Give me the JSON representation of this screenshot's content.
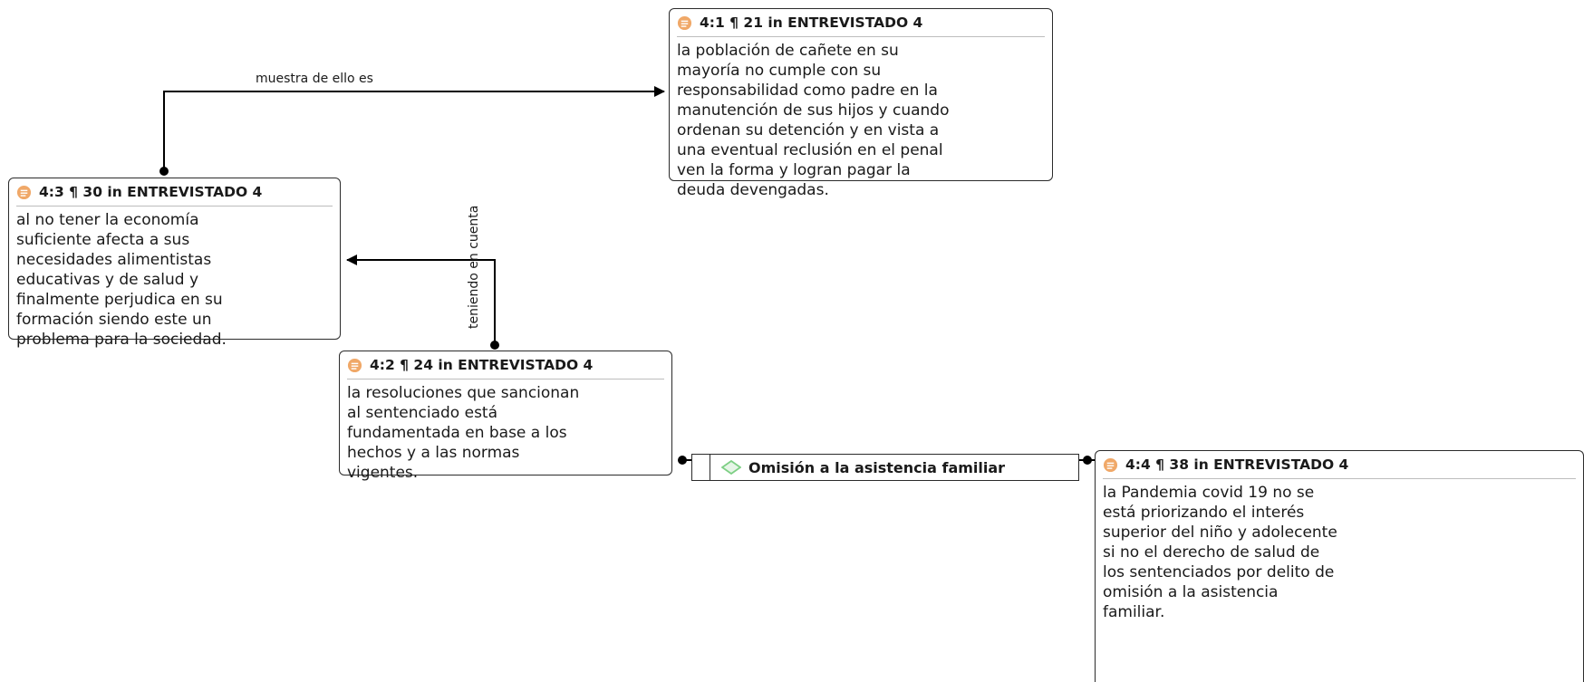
{
  "colors": {
    "quote_icon": "#f0a868",
    "code_icon": "#7dcf84",
    "line": "#000000"
  },
  "quotes": [
    {
      "id": "q41",
      "title": "4:1 ¶ 21 in ENTREVISTADO 4",
      "text": "la población de cañete en su\nmayoría no cumple con su\nresponsabilidad como padre en la\nmanutención de sus hijos y cuando\nordenan su detención y en vista a\nuna eventual reclusión en el penal\nven la forma y logran pagar la\ndeuda devengadas."
    },
    {
      "id": "q43",
      "title": "4:3 ¶ 30 in ENTREVISTADO 4",
      "text": "al no tener la economía\nsuficiente afecta a sus\nnecesidades alimentistas\neducativas y de salud y\nfinalmente perjudica en su\nformación siendo este un\nproblema para la sociedad."
    },
    {
      "id": "q42",
      "title": "4:2 ¶ 24 in ENTREVISTADO 4",
      "text": "la resoluciones que sancionan\nal sentenciado está\nfundamentada en base a los\nhechos y a las normas\nvigentes."
    },
    {
      "id": "q44",
      "title": "4:4 ¶ 38 in ENTREVISTADO 4",
      "text": "la Pandemia covid 19 no se\nestá priorizando el interés\nsuperior del niño y adolecente\nsi no el derecho de salud de\nlos sentenciados por delito de\nomisión a la asistencia\nfamiliar."
    }
  ],
  "code": {
    "label": "Omisión a la asistencia familiar",
    "icon": "diamond-code-icon"
  },
  "relations": [
    {
      "label": "muestra de ello es"
    },
    {
      "label": "teniendo en cuenta"
    }
  ]
}
